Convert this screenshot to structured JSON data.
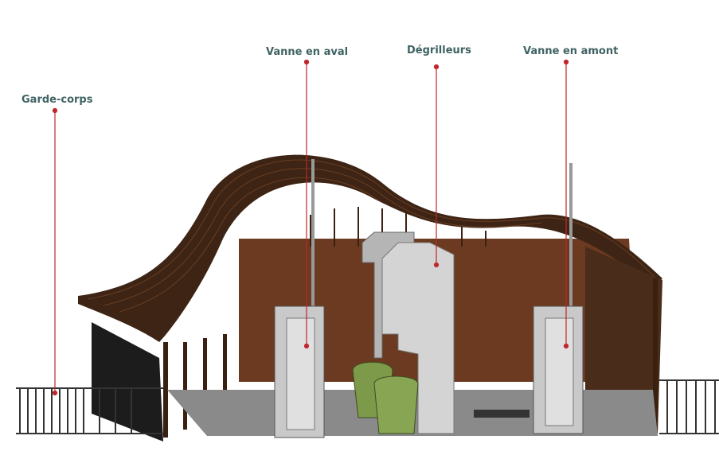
{
  "labels": {
    "guardrail": "Garde-corps",
    "downstream_gate": "Vanne en aval",
    "screens": "Dégrilleurs",
    "upstream_gate": "Vanne en amont"
  },
  "colors": {
    "label_text": "#3f6262",
    "leader_line": "#c0262c",
    "roof": "#4a2a1a",
    "wall": "#6b3a20",
    "bin": "#7d9a4a",
    "concrete": "#cfcfcf"
  }
}
